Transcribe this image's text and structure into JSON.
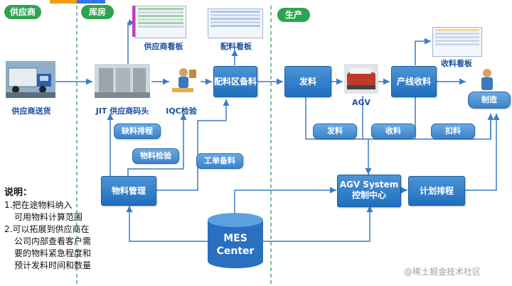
{
  "zones": {
    "supplier": "供应商",
    "warehouse": "库房",
    "production": "生产"
  },
  "images": {
    "supplier_delivery": "供应商送货",
    "jit_dock": "JIT 供应商码头",
    "iqc": "IQC检验",
    "agv": "AGV"
  },
  "boards": {
    "supplier_board": "供应商看板",
    "kitting_board": "配料看板",
    "receiving_board": "收料看板"
  },
  "nodes": {
    "kitting_area": "配料区备料",
    "issue": "发料",
    "line_receive": "产线收料",
    "manufacture": "制造",
    "material_mgmt": "物料管理",
    "agv_system_line1": "AGV System",
    "agv_system_line2": "控制中心",
    "plan_schedule": "计划排程",
    "mes_line1": "MES",
    "mes_line2": "Center"
  },
  "tags": {
    "shortage_schedule": "缺料排程",
    "material_inspect": "物料检验",
    "work_order_kitting": "工单备料",
    "issue_tag": "发料",
    "receive_tag": "收料",
    "deduct_tag": "扣料"
  },
  "notes": {
    "title": "说明：",
    "line1": "1.把在途物料纳入",
    "line2": "可用物料计算范围",
    "line3": "2.可以拓展到供应商在",
    "line4": "公司内部查看客户需",
    "line5": "要的物料紧急程度和",
    "line6": "预计发料时间和数量"
  },
  "watermark": "@稀土掘金技术社区",
  "colors": {
    "zone_green": "#2ea44f",
    "node_blue": "#1f6fbf",
    "arrow_blue": "#3a7cc4",
    "divider": "#2e8b57"
  }
}
